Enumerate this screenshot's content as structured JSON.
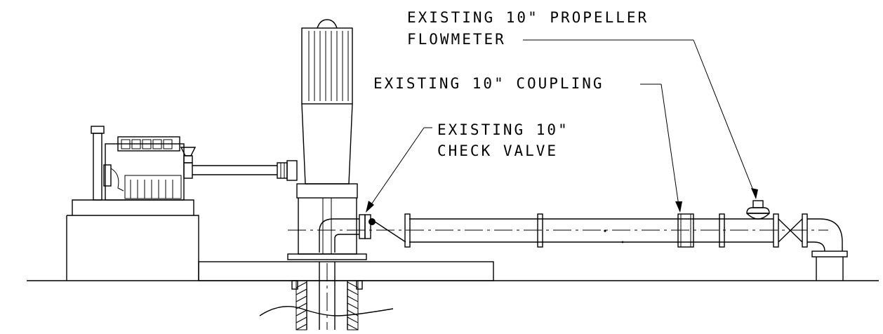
{
  "callouts": {
    "flowmeter": {
      "line1": "EXISTING 10\" PROPELLER",
      "line2": "FLOWMETER"
    },
    "coupling": {
      "line1": "EXISTING 10\" COUPLING"
    },
    "check_valve": {
      "line1": "EXISTING 10\"",
      "line2": "CHECK VALVE"
    }
  }
}
